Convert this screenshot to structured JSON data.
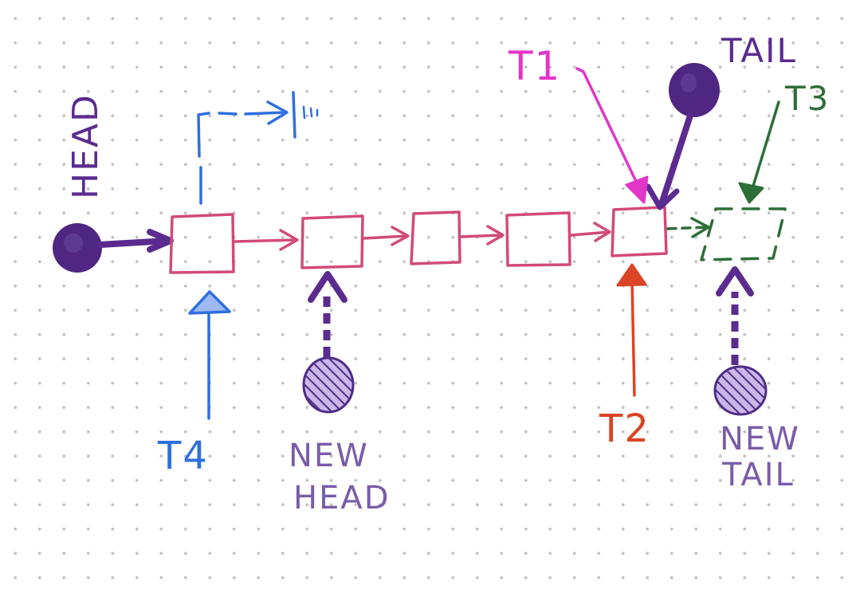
{
  "labels": {
    "head": "HEAD",
    "tail": "TAIL",
    "t1": "T1",
    "t2": "T2",
    "t3": "T3",
    "t4": "T4",
    "new_head_line1": "NEW",
    "new_head_line2": "HEAD",
    "new_tail_line1": "NEW",
    "new_tail_line2": "TAIL"
  },
  "colors": {
    "node_outline": "#d24a78",
    "head_tail_pointer": "#5b2b8f",
    "new_pointer": "#6c4d9e",
    "t1": "#e335c8",
    "t2": "#db4426",
    "t3": "#2e6e38",
    "t4": "#2f6fe0",
    "label_text": "#7a5ca8"
  },
  "icons": {
    "solid_pointer": "filled-circle",
    "new_pointer": "hatched-circle",
    "null_marker": "ground-symbol"
  }
}
